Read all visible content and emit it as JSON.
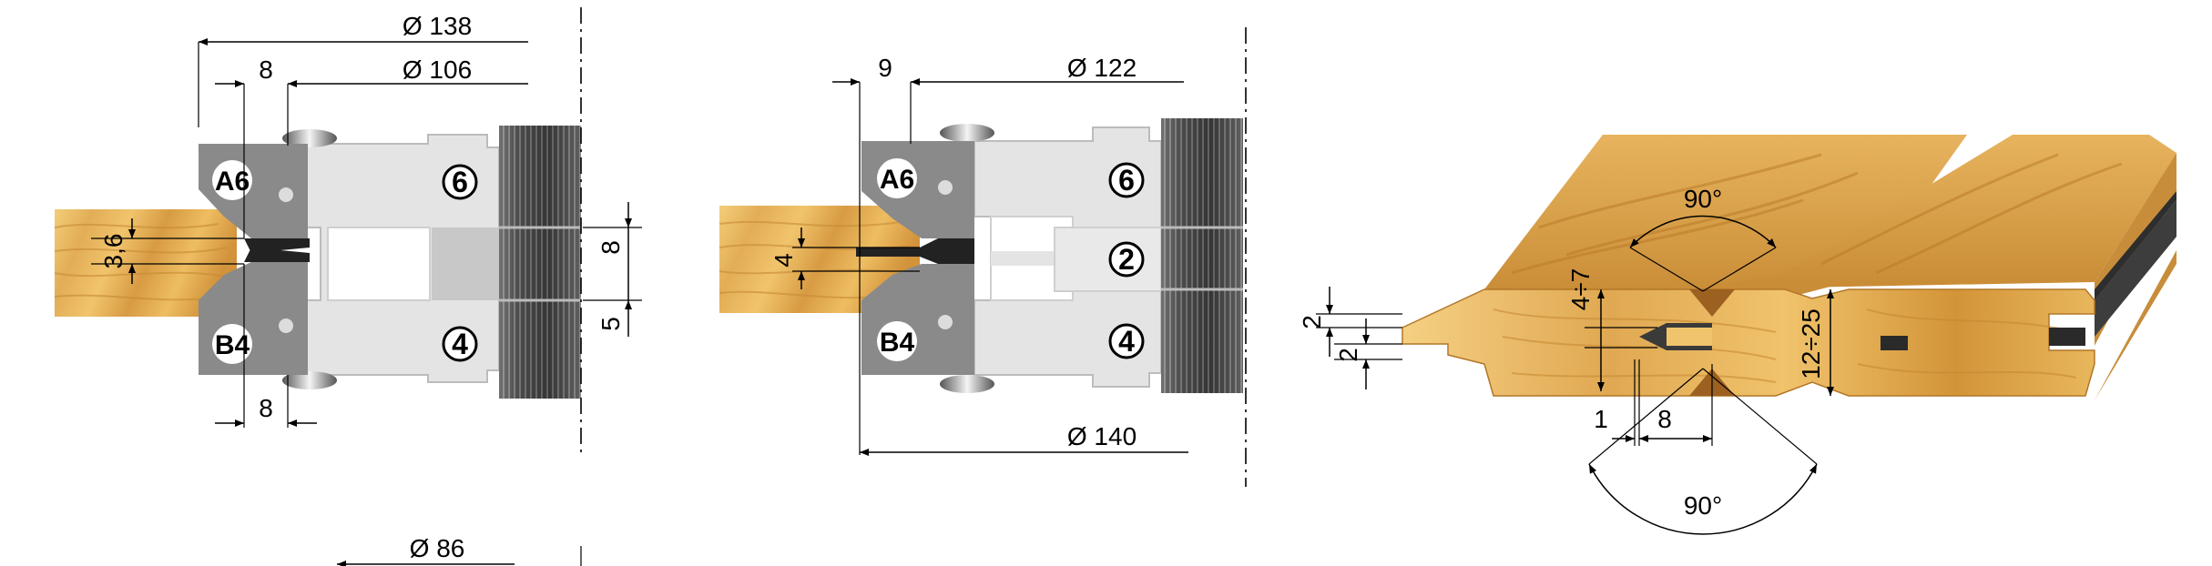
{
  "left_tool": {
    "dims": {
      "outer_diameter": "Ø 138",
      "inner_diameter": "Ø 106",
      "top_width": "8",
      "bottom_width": "8",
      "groove_height": "3,6",
      "right_upper": "8",
      "right_lower": "5",
      "hub_diameter": "Ø 86"
    },
    "labels": {
      "top_insert": "A6",
      "bottom_insert": "B4",
      "top_ring": "6",
      "bottom_ring": "4"
    }
  },
  "middle_tool": {
    "dims": {
      "width": "9",
      "inner_diameter": "Ø 122",
      "groove_height": "4",
      "outer_diameter": "Ø 140"
    },
    "labels": {
      "top_insert": "A6",
      "bottom_insert": "B4",
      "top_ring": "6",
      "middle_ring": "2",
      "bottom_ring": "4"
    }
  },
  "board_profile": {
    "dims": {
      "top_angle": "90°",
      "bottom_angle": "90°",
      "groove_depth": "4÷7",
      "board_thickness": "12÷25",
      "tongue_upper": "2",
      "tongue_lower": "2",
      "gap": "1",
      "tongue_length": "8"
    }
  },
  "colors": {
    "wood_light": "#f2c66e",
    "wood_mid": "#dca049",
    "wood_dark": "#b97a2a",
    "steel": "#e4e4e4",
    "insert": "#8a8a8a",
    "body_dark": "#3a3a3a"
  }
}
